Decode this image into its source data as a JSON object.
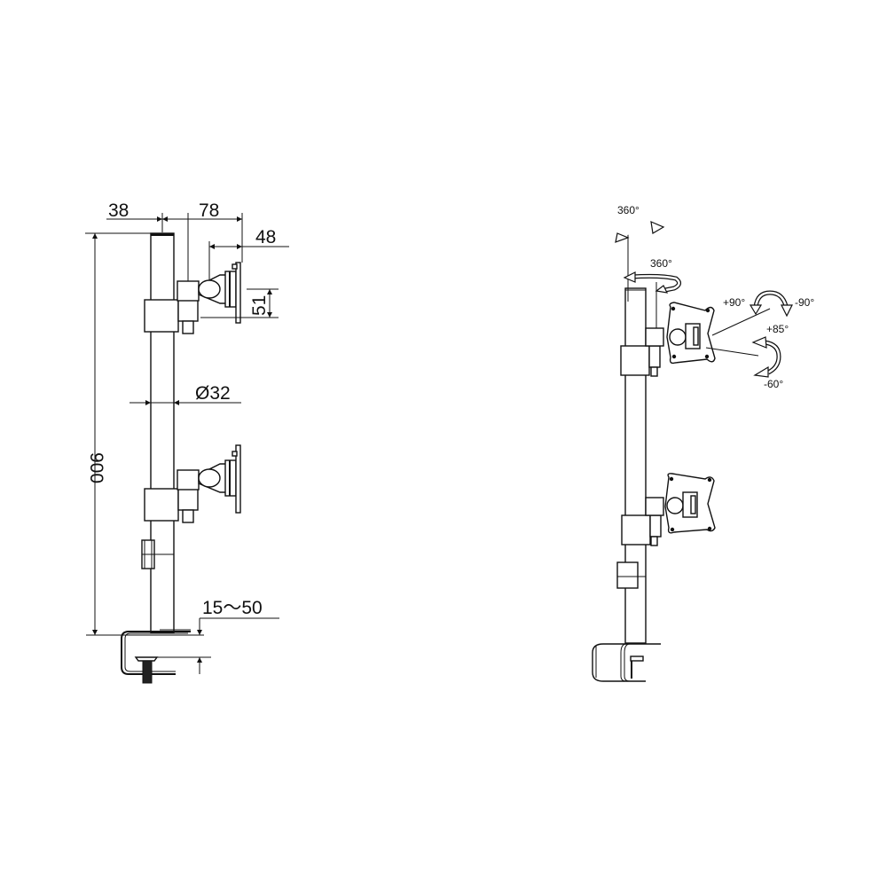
{
  "diagram": {
    "subject": "Dual monitor pole mount with desk clamp",
    "views": [
      {
        "name": "side-view-dimensions",
        "dimensions": {
          "pole_offset": "38",
          "arm_reach": "78",
          "plate_depth": "48",
          "plate_height": "51",
          "pole_diameter": "Ø32",
          "total_height": "900",
          "clamp_range": "15～50"
        }
      },
      {
        "name": "perspective-view-rotations",
        "rotations": {
          "pole_swivel": "360°",
          "arm_swivel": "360°",
          "rotate_plus": "+90°",
          "rotate_minus": "-90°",
          "tilt_up": "+85°",
          "tilt_down": "-60°"
        }
      }
    ]
  }
}
